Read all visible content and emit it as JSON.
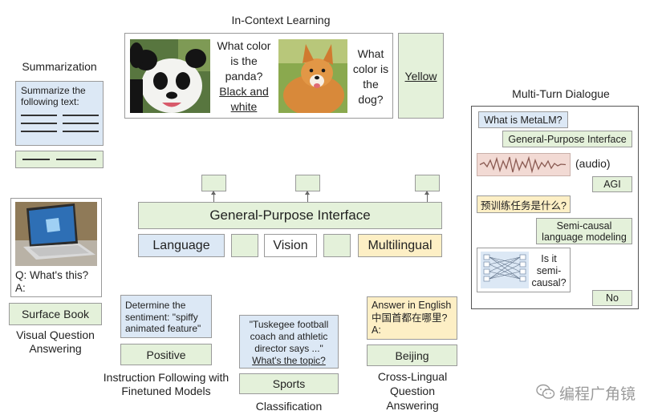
{
  "icl": {
    "title": "In-Context Learning",
    "q1": "What color is the panda?",
    "a1": "Black and white",
    "q2": "What color is the dog?",
    "answer": "Yellow"
  },
  "summarization": {
    "title": "Summarization",
    "prompt": "Summarize the following text:"
  },
  "vqa": {
    "question": "Q: What's this?",
    "answer_prefix": "A:",
    "answer": "Surface Book",
    "title": "Visual Question Answering"
  },
  "interface": {
    "label": "General-Purpose Interface",
    "language": "Language",
    "vision": "Vision",
    "multilingual": "Multilingual"
  },
  "instruction": {
    "prompt": "Determine the sentiment: \"spiffy animated feature\"",
    "answer": "Positive",
    "title": "Instruction Following with Finetuned Models"
  },
  "classification": {
    "prompt": "\"Tuskegee football coach and athletic director says ...\"",
    "question": "What's the topic?",
    "answer": "Sports",
    "title": "Classification"
  },
  "crosslingual": {
    "prompt": "Answer in English 中国首都在哪里?",
    "prompt_suffix": "A:",
    "answer": "Beijing",
    "title": "Cross-Lingual Question Answering"
  },
  "dialogue": {
    "title": "Multi-Turn Dialogue",
    "q1": "What is MetaLM?",
    "a1": "General-Purpose Interface",
    "audio": "(audio)",
    "a2": "AGI",
    "q3": "预训练任务是什么?",
    "a3": "Semi-causal language modeling",
    "q4": "Is it semi-causal?",
    "a4": "No"
  },
  "watermark": "编程广角镜",
  "colors": {
    "blue_fill": "#dce8f5",
    "green_fill": "#e4f1da",
    "yellow_fill": "#fdefc5",
    "border": "#9a9a9a"
  }
}
